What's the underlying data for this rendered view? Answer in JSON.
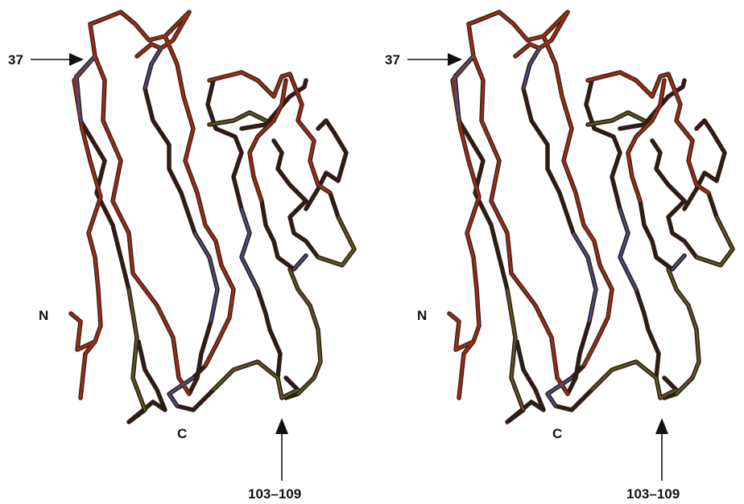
{
  "figure": {
    "panels": [
      {
        "id": "left",
        "labels": {
          "residue_37": "37",
          "n_terminus": "N",
          "c_terminus": "C",
          "loop": "103–109"
        }
      },
      {
        "id": "right",
        "labels": {
          "residue_37": "37",
          "n_terminus": "N",
          "c_terminus": "C",
          "loop": "103–109"
        }
      }
    ],
    "trace_colors": {
      "red": "#9a2e14",
      "blue": "#4a4f86",
      "olive": "#5e5a22",
      "dark": "#3a241a"
    }
  }
}
